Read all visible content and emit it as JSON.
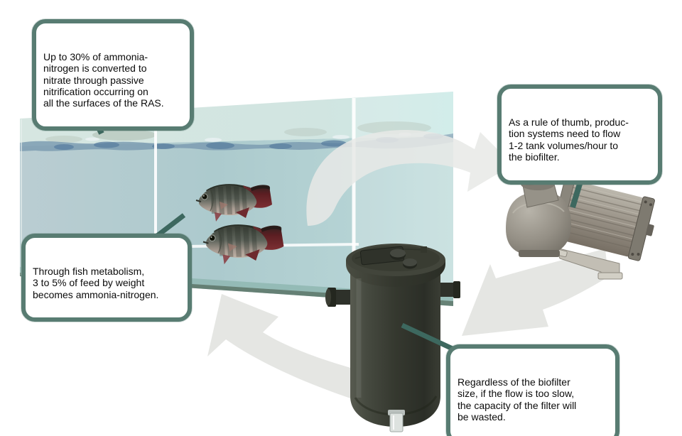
{
  "callouts": [
    {
      "id": "passive-nitrification",
      "text": "Up to 30% of ammonia-\nnitrogen is converted to\nnitrate through passive\nnitrification occurring on\nall the surfaces of the RAS."
    },
    {
      "id": "flow-rule-of-thumb",
      "text": "As a rule of thumb, produc-\ntion systems need to flow\n1-2 tank volumes/hour to\nthe biofilter."
    },
    {
      "id": "fish-metabolism",
      "text": "Through fish metabolism,\n3 to 5% of feed by weight\nbecomes ammonia-nitrogen."
    },
    {
      "id": "biofilter-flow",
      "text": "Regardless of the biofilter\nsize, if the flow is too slow,\nthe capacity of the filter will\nbe wasted."
    }
  ],
  "graphics": [
    "fish-tank",
    "water-surface",
    "tank-divider",
    "tilapia-fish",
    "flow-arrow-tank-to-pump",
    "flow-arrow-pump-to-biofilter",
    "flow-arrow-biofilter-to-tank",
    "water-pump",
    "pump-flange",
    "biofilter",
    "drain-valve"
  ],
  "colors": {
    "callout_border": "#587c72",
    "callout_pointer": "#3d685f",
    "flow_arrow": "#e3e4e1",
    "tank_glass_above_water": "#d3e5e1",
    "water": "#b0cdcf",
    "water_surface": "#7d9cb2",
    "tank_base": "#5e7a6d",
    "biofilter_body": "#35382f",
    "pump_body": "#9b978d",
    "fish_tail": "#6b2326"
  }
}
